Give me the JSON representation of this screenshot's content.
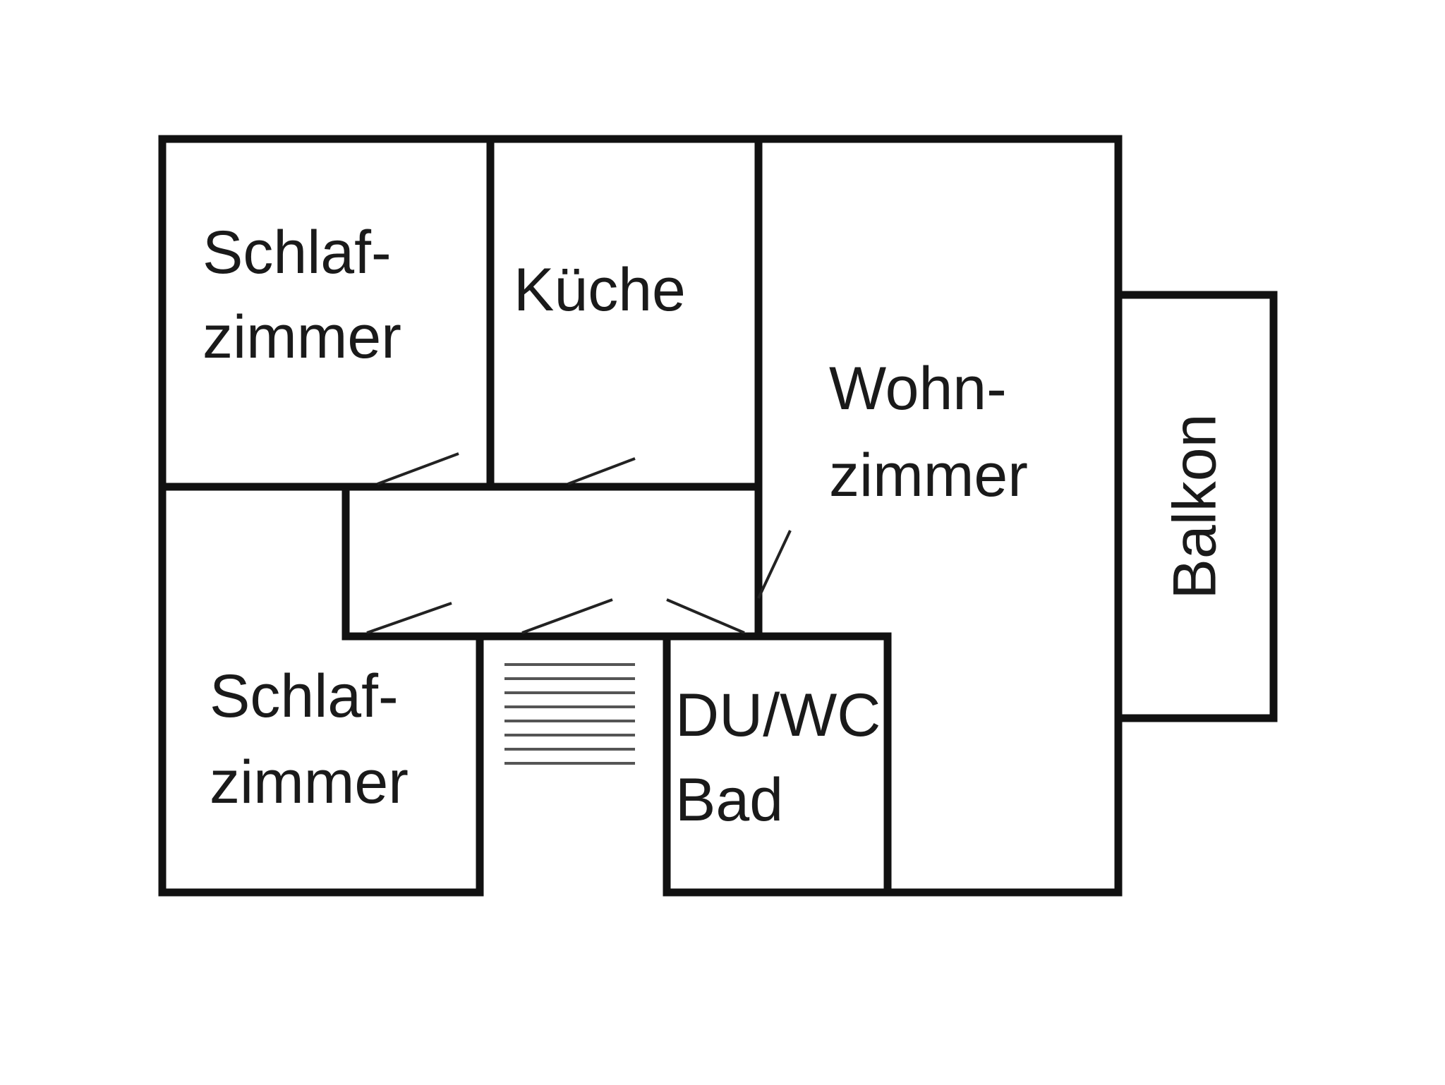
{
  "plan": {
    "rooms": {
      "bedroom_top": {
        "line1": "Schlaf-",
        "line2": "zimmer"
      },
      "kitchen": {
        "line1": "Küche"
      },
      "living": {
        "line1": "Wohn-",
        "line2": "zimmer"
      },
      "balcony": {
        "line1": "Balkon"
      },
      "bedroom_bottom": {
        "line1": "Schlaf-",
        "line2": "zimmer"
      },
      "bath": {
        "line1": "DU/WC",
        "line2": "Bad"
      }
    },
    "colors": {
      "walls": "#111111",
      "background": "#ffffff"
    }
  }
}
